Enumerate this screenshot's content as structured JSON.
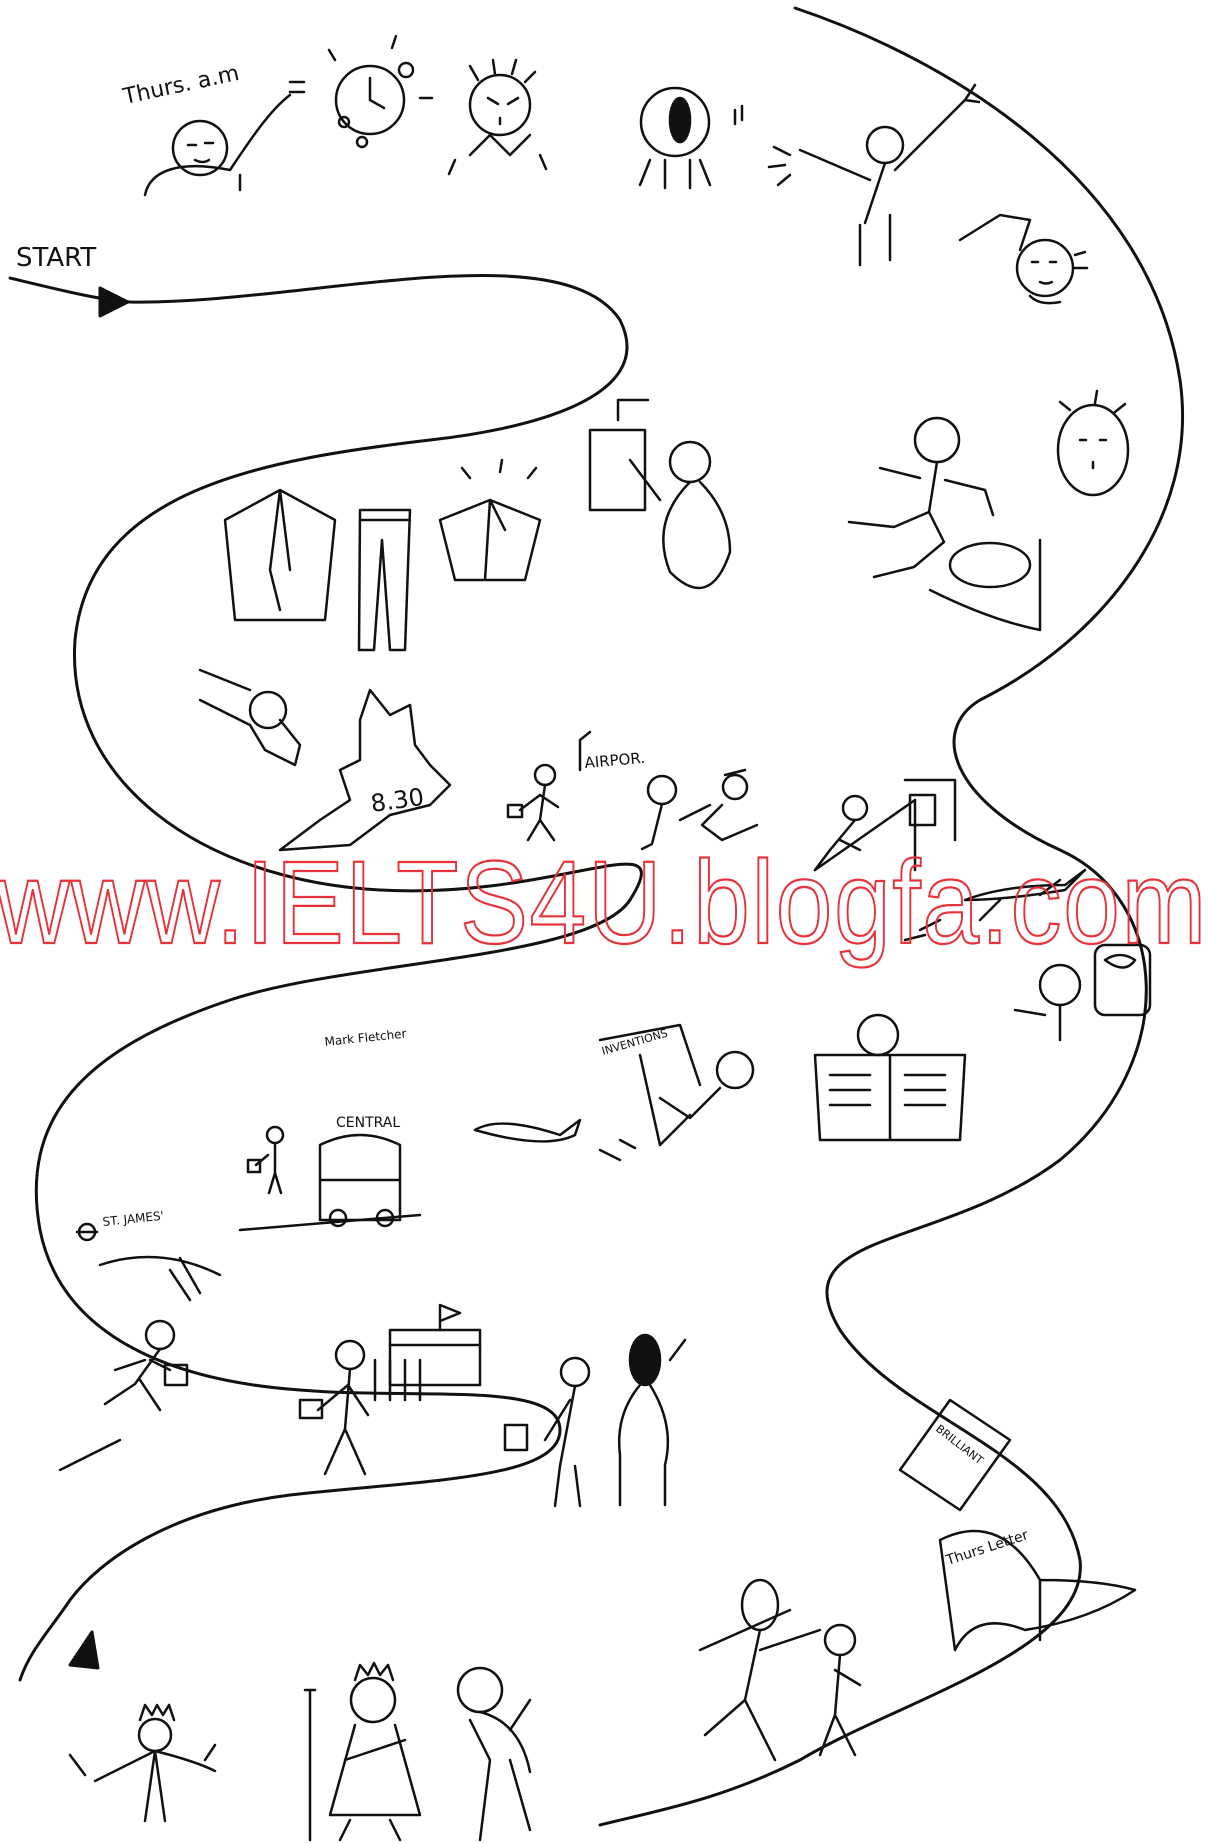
{
  "labels": {
    "start": "START",
    "time_of_day": "Thurs. a.m",
    "clock_time": "8.30",
    "airport_sign": "AIRPOR.",
    "inventions_paper": "INVENTIONS",
    "bus_sign": "CENTRAL",
    "station_name": "ST. JAMES'",
    "signature": "Mark Fletcher",
    "letter_text": "Thurs Letter",
    "brilliant_card": "BRILLIANT"
  },
  "watermark": {
    "text": "www.IELTS4U.blogfa.com",
    "color": "#e8323a"
  },
  "colors": {
    "ink": "#111111",
    "background": "#ffffff"
  }
}
